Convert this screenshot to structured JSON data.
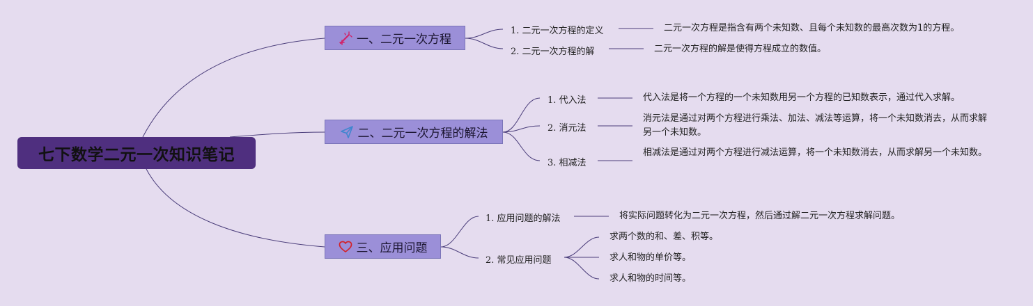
{
  "root": {
    "title": "七下数学二元一次知识笔记"
  },
  "branches": [
    {
      "label": "一、二元一次方程",
      "icon": "magic-wand-icon",
      "children": [
        {
          "label": "1. 二元一次方程的定义",
          "leaves": [
            "二元一次方程是指含有两个未知数、且每个未知数的最高次数为1的方程。"
          ]
        },
        {
          "label": "2. 二元一次方程的解",
          "leaves": [
            "二元一次方程的解是使得方程成立的数值。"
          ]
        }
      ]
    },
    {
      "label": "二、二元一次方程的解法",
      "icon": "paper-plane-icon",
      "children": [
        {
          "label": "1. 代入法",
          "leaves": [
            "代入法是将一个方程的一个未知数用另一个方程的已知数表示，通过代入求解。"
          ]
        },
        {
          "label": "2. 消元法",
          "leaves": [
            "消元法是通过对两个方程进行乘法、加法、减法等运算，将一个未知数消去，从而求解另一个未知数。"
          ]
        },
        {
          "label": "3. 相减法",
          "leaves": [
            "相减法是通过对两个方程进行减法运算，将一个未知数消去，从而求解另一个未知数。"
          ]
        }
      ]
    },
    {
      "label": "三、应用问题",
      "icon": "heart-icon",
      "children": [
        {
          "label": "1. 应用问题的解法",
          "leaves": [
            "将实际问题转化为二元一次方程，然后通过解二元一次方程求解问题。"
          ]
        },
        {
          "label": "2. 常见应用问题",
          "leaves": [
            "求两个数的和、差、积等。",
            "求人和物的单价等。",
            "求人和物的时间等。"
          ]
        }
      ]
    }
  ],
  "colors": {
    "background": "#e5dcef",
    "root_fill": "#4f2f7f",
    "branch_fill": "#9b8fd8",
    "line": "#4a3d7a"
  }
}
